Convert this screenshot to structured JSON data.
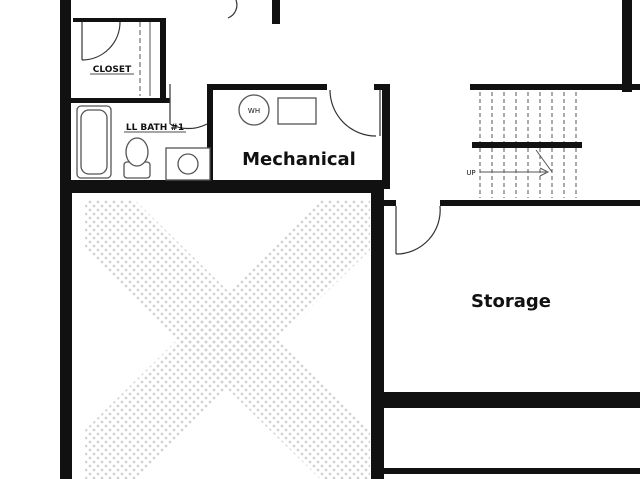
{
  "rooms": {
    "closet": "CLOSET",
    "bath": "LL BATH #1",
    "mechanical": "Mechanical",
    "storage": "Storage"
  },
  "fixtures": {
    "water_heater": "WH",
    "stair_direction": "UP"
  },
  "colors": {
    "wall": "#111111",
    "fixture": "#555555",
    "hatch": "#d2d2d2",
    "background": "#ffffff"
  }
}
